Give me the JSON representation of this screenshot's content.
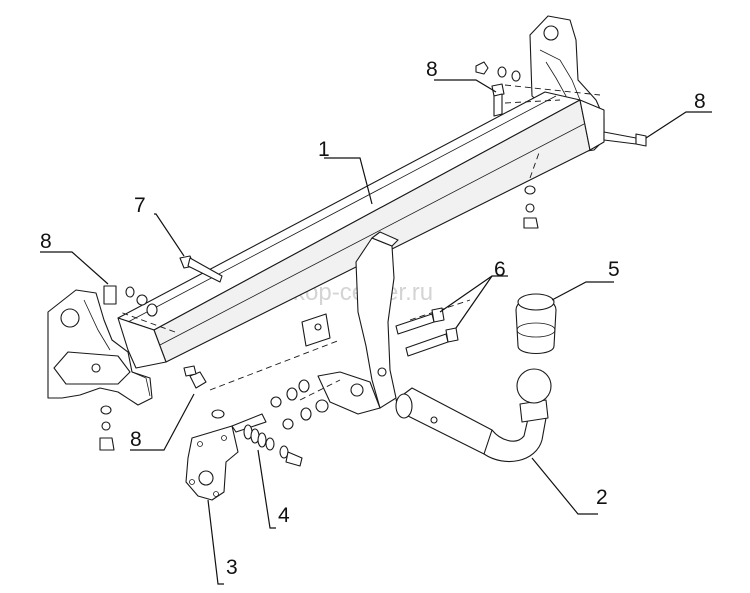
{
  "callouts": {
    "c1": "1",
    "c2": "2",
    "c3": "3",
    "c4": "4",
    "c5": "5",
    "c6": "6",
    "c7": "7",
    "c8_top": "8",
    "c8_right": "8",
    "c8_left": "8",
    "c8_bottom": "8"
  },
  "watermark": "farkop-center.ru",
  "colors": {
    "line": "#1a1a1a",
    "background": "#ffffff"
  }
}
